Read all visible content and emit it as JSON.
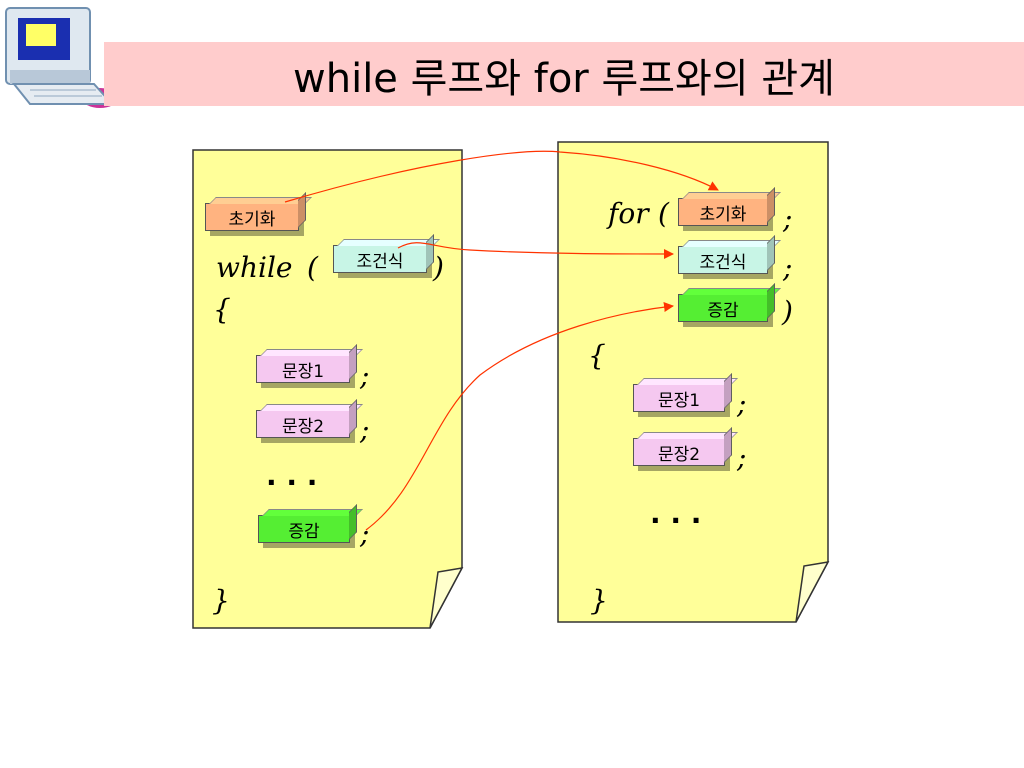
{
  "title": "while 루프와 for 루프와의 관계",
  "left_panel": {
    "init": "초기화",
    "while_kw": "while",
    "open_paren": "(",
    "close_paren": ")",
    "cond": "조건식",
    "open_brace": "{",
    "stmt1": "문장1",
    "stmt2": "문장2",
    "semi1": ";",
    "semi2": ";",
    "dots": ". . .",
    "incr": "증감",
    "semi3": ";",
    "close_brace": "}"
  },
  "right_panel": {
    "for_kw": "for",
    "open_paren": "(",
    "init": "초기화",
    "semi_init": ";",
    "cond": "조건식",
    "semi_cond": ";",
    "incr": "증감",
    "close_paren": ")",
    "open_brace": "{",
    "stmt1": "문장1",
    "semi1": ";",
    "stmt2": "문장2",
    "semi2": ";",
    "dots": ". . .",
    "close_brace": "}"
  },
  "colors": {
    "title_bar": "#ffcccc",
    "note": "#ffff99",
    "init_box": "#ffb380",
    "cond_box": "#c8f5e6",
    "stmt_box": "#f5c8f0",
    "incr_box": "#55ee33",
    "arrow": "#ff3300"
  },
  "icons": {
    "clipart": "computer-clipart-icon"
  }
}
